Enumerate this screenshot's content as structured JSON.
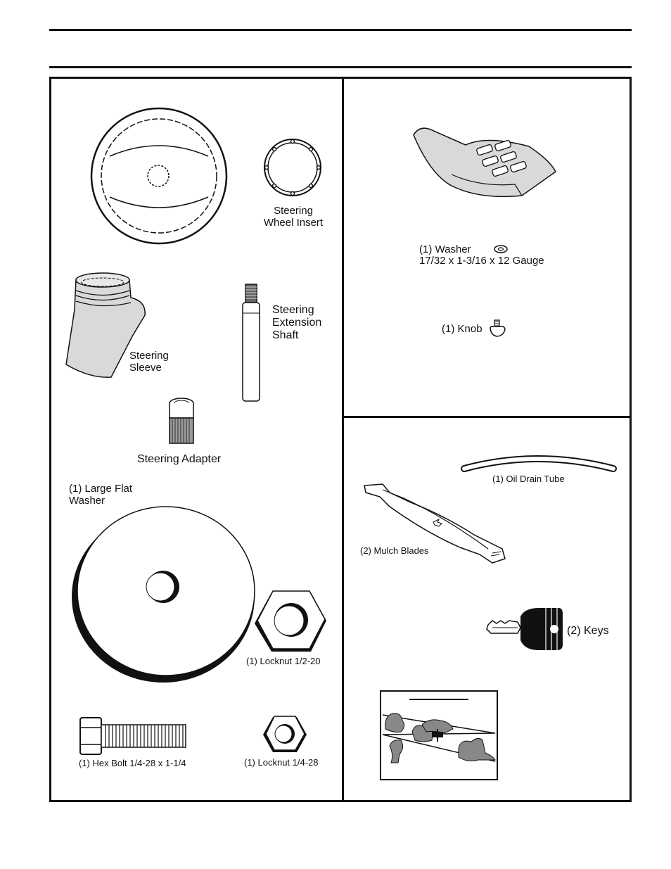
{
  "parts": {
    "steering_wheel_insert": "Steering\nWheel Insert",
    "steering_extension_shaft": "Steering\nExtension\nShaft",
    "steering_sleeve": "Steering\nSleeve",
    "steering_adapter": "Steering Adapter",
    "large_flat_washer": "(1) Large Flat\nWasher",
    "locknut_half": "(1) Locknut  1/2-20",
    "hex_bolt": "(1) Hex Bolt  1/4-28 x 1-1/4",
    "locknut_quarter": "(1) Locknut  1/4-28",
    "washer": "(1) Washer",
    "washer_size": "17/32 x 1-3/16 x 12 Gauge",
    "knob": "(1) Knob",
    "oil_drain_tube": "(1) Oil Drain Tube",
    "mulch_blades": "(2) Mulch Blades",
    "keys": "(2) Keys"
  },
  "icons": [
    "steering-wheel-icon",
    "wheel-insert-icon",
    "steering-sleeve-icon",
    "extension-shaft-icon",
    "steering-adapter-icon",
    "large-washer-icon",
    "locknut-half-icon",
    "hex-bolt-icon",
    "locknut-quarter-icon",
    "seat-icon",
    "small-washer-icon",
    "knob-icon",
    "oil-drain-tube-icon",
    "mulch-blade-icon",
    "key-icon",
    "decal-icon"
  ]
}
